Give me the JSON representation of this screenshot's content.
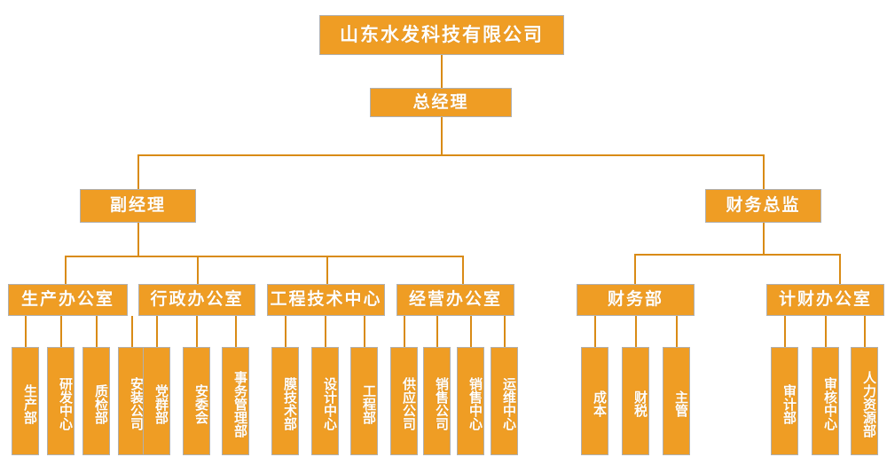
{
  "colors": {
    "node_fill": "#ef9d24",
    "node_border": "#b0b0b0",
    "connector": "#d98b16",
    "text": "#ffffff",
    "background": "#ffffff"
  },
  "org_chart": {
    "title": "山东水发科技有限公司",
    "levels": {
      "level1": {
        "label": "山东水发科技有限公司"
      },
      "level2": {
        "label": "总经理"
      },
      "level3": [
        {
          "label": "副经理"
        },
        {
          "label": "财务总监"
        }
      ],
      "level4": [
        {
          "label": "生产办公室"
        },
        {
          "label": "行政办公室"
        },
        {
          "label": "工程技术中心"
        },
        {
          "label": "经营办公室"
        },
        {
          "label": "财务部"
        },
        {
          "label": "计财办公室"
        }
      ],
      "level5": [
        {
          "label": "生产部"
        },
        {
          "label": "研发中心"
        },
        {
          "label": "质检部"
        },
        {
          "label": "安装公司"
        },
        {
          "label": "党群部"
        },
        {
          "label": "安委会"
        },
        {
          "label": "事务管理部"
        },
        {
          "label": "膜技术部"
        },
        {
          "label": "设计中心"
        },
        {
          "label": "工程部"
        },
        {
          "label": "供应公司"
        },
        {
          "label": "销售公司"
        },
        {
          "label": "销售中心"
        },
        {
          "label": "运维中心"
        },
        {
          "label": "成本"
        },
        {
          "label": "财税"
        },
        {
          "label": "主管"
        },
        {
          "label": "审计部"
        },
        {
          "label": "审核中心"
        },
        {
          "label": "人力资源部"
        }
      ]
    }
  }
}
